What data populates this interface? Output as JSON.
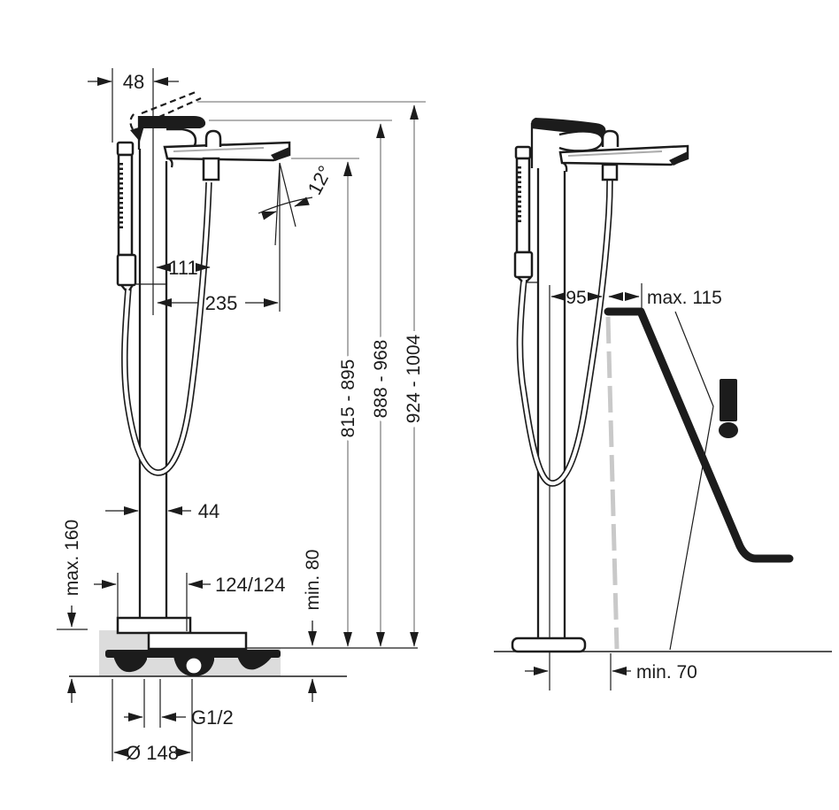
{
  "meta": {
    "drawing": "freestanding-bath-mixer-installation-dimensions",
    "units": "mm"
  },
  "colors": {
    "ink": "#1c1c1c",
    "dim": "#9a9a9a",
    "floor": "#dcdcdc",
    "tub_dash": "#c9c9c9",
    "paper": "#ffffff"
  },
  "views": {
    "front": {
      "dims": {
        "lever_offset": "48",
        "spout_angle": "12°",
        "hose_offset": "111",
        "spout_reach": "235",
        "spout_height": "815 - 895",
        "body_height": "888 - 968",
        "lever_height": "924 - 1004",
        "pipe_width": "44",
        "floor_buildup": "max. 160",
        "connection_spacing": "124/124",
        "screed_depth": "min. 80",
        "thread": "G1/2",
        "base_diameter": "Ø 148"
      }
    },
    "side": {
      "dims": {
        "pipe_to_hose": "95",
        "rim_overhang": "max. 115",
        "pipe_to_tub": "min. 70"
      },
      "warning_icon": "!"
    }
  }
}
